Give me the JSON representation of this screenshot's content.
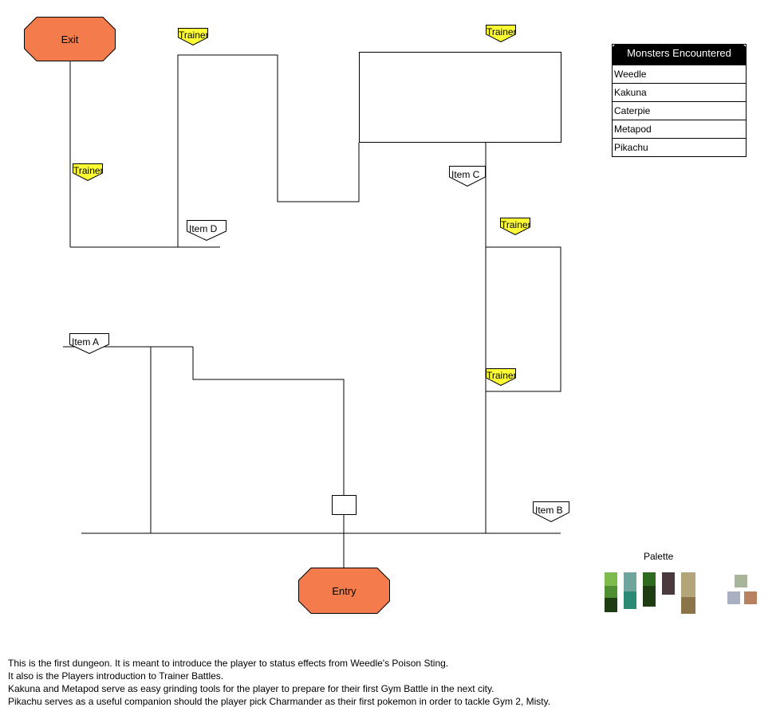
{
  "nodes": {
    "exit": "Exit",
    "entry": "Entry"
  },
  "trainers": [
    {
      "label": "Trainer"
    },
    {
      "label": "Trainer"
    },
    {
      "label": "Trainer"
    },
    {
      "label": "Trainer"
    },
    {
      "label": "Trainer"
    }
  ],
  "items": [
    {
      "label": "Item A"
    },
    {
      "label": "Item B"
    },
    {
      "label": "Item C"
    },
    {
      "label": "Item D"
    }
  ],
  "monsters": {
    "title": "Monsters Encountered",
    "list": [
      "Weedle",
      "Kakuna",
      "Caterpie",
      "Metapod",
      "Pikachu"
    ]
  },
  "palette": {
    "title": "Palette",
    "colors": [
      "#7dbb4e",
      "#3e7a2c",
      "#6fa59b",
      "#2a8a74",
      "#2e6a1f",
      "#1f3d12",
      "#4a3a3e",
      "#b3a47a",
      "#8b7448",
      "#a9b59a",
      "#a8b0c2",
      "#b88260"
    ]
  },
  "notes": [
    "This is the first dungeon. It is meant to introduce the player to status effects from Weedle's Poison Sting.",
    "It also is the Players introduction to Trainer Battles.",
    "Kakuna and Metapod serve as easy grinding tools for the player to prepare for their first Gym Battle in the next city.",
    "Pikachu serves as a useful companion should the player pick Charmander as their first pokemon in order to tackle Gym 2, Misty."
  ],
  "colors": {
    "octagon_fill": "#f47b4b",
    "trainer_fill": "#ffff33",
    "item_fill": "#ffffff",
    "line": "#000000"
  }
}
